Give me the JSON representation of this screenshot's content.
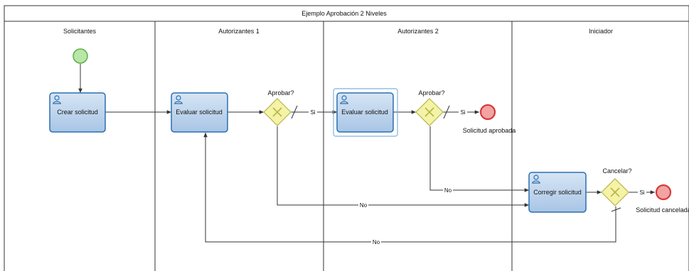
{
  "pool": {
    "title": "Ejemplo Aprobación 2 Niveles"
  },
  "lanes": {
    "solicitantes": "Solicitantes",
    "autorizantes1": "Autorizantes 1",
    "autorizantes2": "Autorizantes 2",
    "iniciador": "Iniciador"
  },
  "tasks": {
    "crear": "Crear solicitud",
    "evaluar1": "Evaluar solicitud",
    "evaluar2": "Evaluar solicitud",
    "corregir": "Corregir solicitud"
  },
  "gateways": {
    "aprobar1": "Aprobar?",
    "aprobar2": "Aprobar?",
    "cancelar": "Cancelar?"
  },
  "events": {
    "aprobada": "Solicitud aprobada",
    "cancelada": "Solicitud cancelada"
  },
  "flows": {
    "si1": "Si",
    "si2": "Si",
    "no_aprobar2": "No",
    "no_aprobar1": "No",
    "no_cancelar": "No"
  },
  "colors": {
    "task_fill_top": "#cfe0f1",
    "task_fill_bottom": "#a9c6e6",
    "task_stroke": "#2a6fb0",
    "gateway_fill": "#f4f3a6",
    "gateway_stroke": "#b8b54a",
    "start_fill": "#b8e6a6",
    "start_stroke": "#5fae47",
    "end_fill": "#f3a3a3",
    "end_stroke": "#d63a3a",
    "selection": "#7fb2e0"
  }
}
